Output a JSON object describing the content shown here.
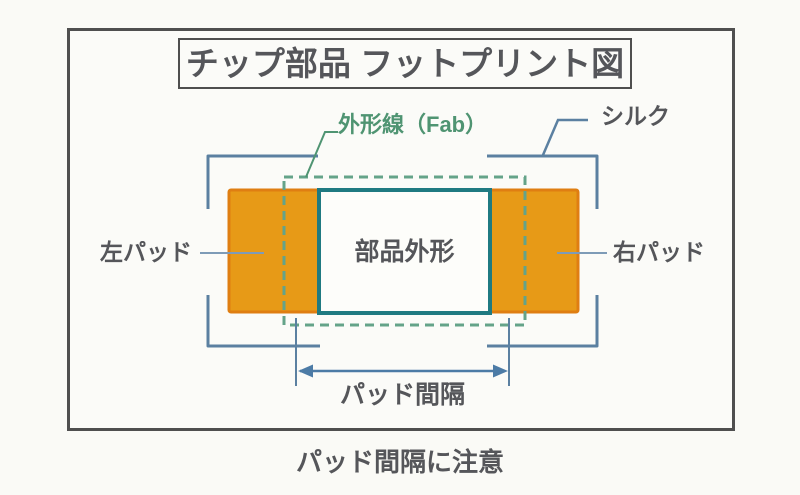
{
  "diagram": {
    "title": "チップ部品 フットプリント図",
    "caption": "パッド間隔に注意",
    "labels": {
      "fab_outline": "外形線（Fab）",
      "silk": "シルク",
      "left_pad": "左パッド",
      "right_pad": "右パッド",
      "component_body": "部品外形",
      "pad_gap": "パッド間隔"
    },
    "colors": {
      "background": "#FAFAF6",
      "frame_border": "#4F4F4F",
      "text_dark": "#55565A",
      "pad_fill": "#E79A17",
      "pad_border": "#DF7E12",
      "component_outline_teal": "#1F7A81",
      "component_fill": "#FDFDFA",
      "fab_dashed_green": "#64A389",
      "fab_label_green": "#4F9472",
      "silk_blue_gray": "#5B80A1",
      "leader_line": "#7E9BB7",
      "dimension_blue": "#4C7BA6"
    }
  }
}
